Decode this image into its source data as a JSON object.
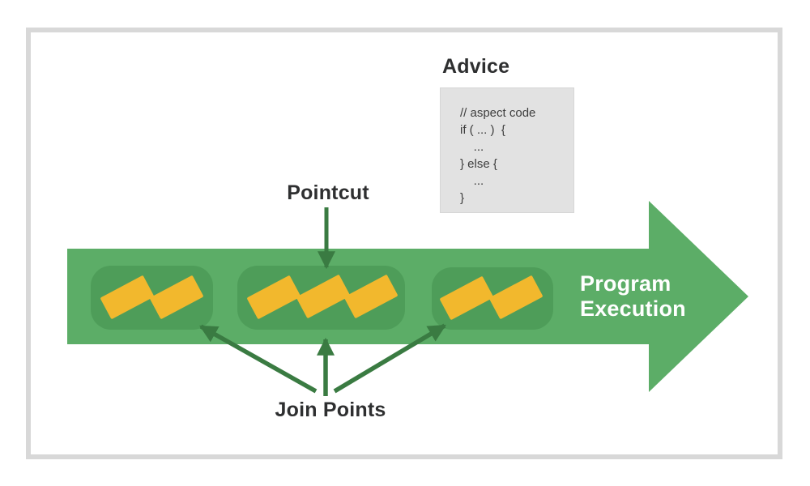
{
  "diagram": {
    "advice": {
      "title": "Advice",
      "code_lines": [
        "// aspect code",
        "if ( ... )  {",
        "    ...",
        "} else {",
        "    ...",
        "}"
      ]
    },
    "pointcut": {
      "label": "Pointcut"
    },
    "join_points": {
      "label": "Join Points"
    },
    "program_execution": {
      "label": "Program Execution",
      "lines": [
        "Program",
        "Execution"
      ]
    },
    "groups": [
      {
        "name": "join-point-group-1",
        "block_count": 2
      },
      {
        "name": "join-point-group-2",
        "block_count": 3
      },
      {
        "name": "join-point-group-3",
        "block_count": 2
      }
    ],
    "colors": {
      "band_green": "#5cad67",
      "group_green": "#4e9d59",
      "block_yellow": "#f2b82d",
      "arrow_dark_green": "#3a7b42",
      "text_dark": "#2e2f30",
      "text_white": "#ffffff",
      "frame_border": "#d8d8d8",
      "code_box_bg": "#e2e2e2"
    }
  }
}
